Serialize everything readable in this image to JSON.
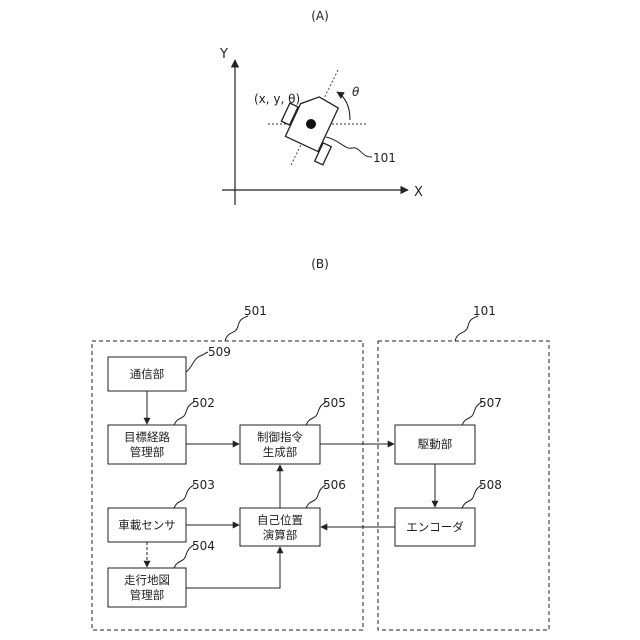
{
  "panel_a": {
    "label": "(A)",
    "y_axis": "Y",
    "x_axis": "X",
    "pose": "(x, y, θ)",
    "theta": "θ",
    "robot_ref": "101"
  },
  "panel_b": {
    "label": "(B)",
    "group_501": "501",
    "group_101": "101",
    "blocks": {
      "comm": {
        "line1": "通信部",
        "line2": "",
        "ref": "509"
      },
      "route": {
        "line1": "目標経路",
        "line2": "管理部",
        "ref": "502"
      },
      "cmd": {
        "line1": "制御指令",
        "line2": "生成部",
        "ref": "505"
      },
      "sensor": {
        "line1": "車載センサ",
        "line2": "",
        "ref": "503"
      },
      "pos": {
        "line1": "自己位置",
        "line2": "演算部",
        "ref": "506"
      },
      "map": {
        "line1": "走行地図",
        "line2": "管理部",
        "ref": "504"
      },
      "drive": {
        "line1": "駆動部",
        "line2": "",
        "ref": "507"
      },
      "encoder": {
        "line1": "エンコーダ",
        "line2": "",
        "ref": "508"
      }
    }
  }
}
